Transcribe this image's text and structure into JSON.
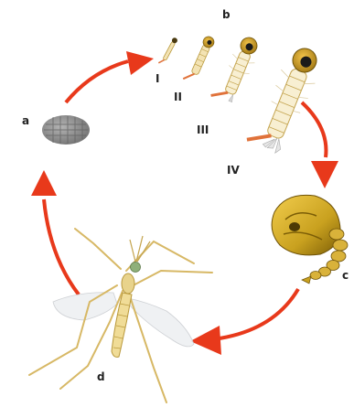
{
  "labels": {
    "eggs": "a",
    "larvae": "b",
    "pupa": "c",
    "adult": "d",
    "instar_1": "I",
    "instar_2": "II",
    "instar_3": "III",
    "instar_4": "IV"
  },
  "colors": {
    "arrow": "#e8391b",
    "body": "#f3e3b4",
    "body_outline": "#b9993c",
    "head": "#2a2a2a",
    "head_ring": "#d7a21c",
    "pupa": "#c9a11f",
    "pupa_dark": "#7b5d06",
    "wing": "#eef0f2",
    "egg": "#8b8b8b",
    "siphon": "#e0723a"
  }
}
